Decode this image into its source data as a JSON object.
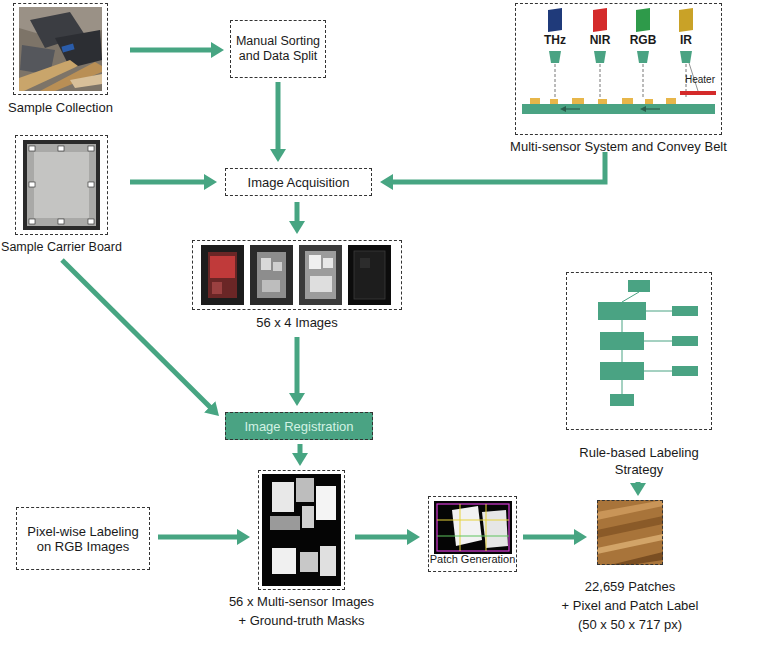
{
  "diagram": {
    "nodes": [
      {
        "text": [
          "Sample Collection"
        ]
      },
      {
        "text": [
          "Manual Sorting and Data Split"
        ]
      },
      {
        "text": [
          "Multi-sensor System and Convey Belt"
        ]
      },
      {
        "text": [
          "Sample Carrier Board"
        ]
      },
      {
        "text": [
          "Image Acquisition"
        ]
      },
      {
        "text": [
          "56 x 4 Images"
        ]
      },
      {
        "text": [
          "Image Registration"
        ]
      },
      {
        "text": [
          "Rule-based Labeling Strategy"
        ]
      },
      {
        "text": [
          "Pixel-wise Labeling on RGB Images"
        ]
      },
      {
        "text": [
          "56 x Multi-sensor Images",
          "+ Ground-truth Masks"
        ]
      },
      {
        "text": [
          "Patch Generation"
        ]
      },
      {
        "text": [
          "22,659 Patches",
          "+ Pixel and Patch Label (50 x 50 x 717 px)"
        ]
      }
    ],
    "edges": [
      {
        "from": 0,
        "to": 1,
        "arrow": "to"
      },
      {
        "from": 1,
        "to": 4,
        "arrow": "to"
      },
      {
        "from": 3,
        "to": 4,
        "arrow": "to"
      },
      {
        "from": 2,
        "to": 4,
        "arrow": "to"
      },
      {
        "from": 4,
        "to": 5,
        "arrow": "to"
      },
      {
        "from": 3,
        "to": 6,
        "arrow": "to"
      },
      {
        "from": 5,
        "to": 6,
        "arrow": "to"
      },
      {
        "from": 6,
        "to": 9,
        "arrow": "to"
      },
      {
        "from": 8,
        "to": 9,
        "arrow": "to"
      },
      {
        "from": 9,
        "to": 10,
        "arrow": "to"
      },
      {
        "from": 10,
        "to": 11,
        "arrow": "to"
      },
      {
        "from": 7,
        "to": 11,
        "arrow": "to"
      }
    ],
    "labels": [
      "THz",
      "NIR",
      "RGB",
      "IR",
      "Heater"
    ]
  }
}
